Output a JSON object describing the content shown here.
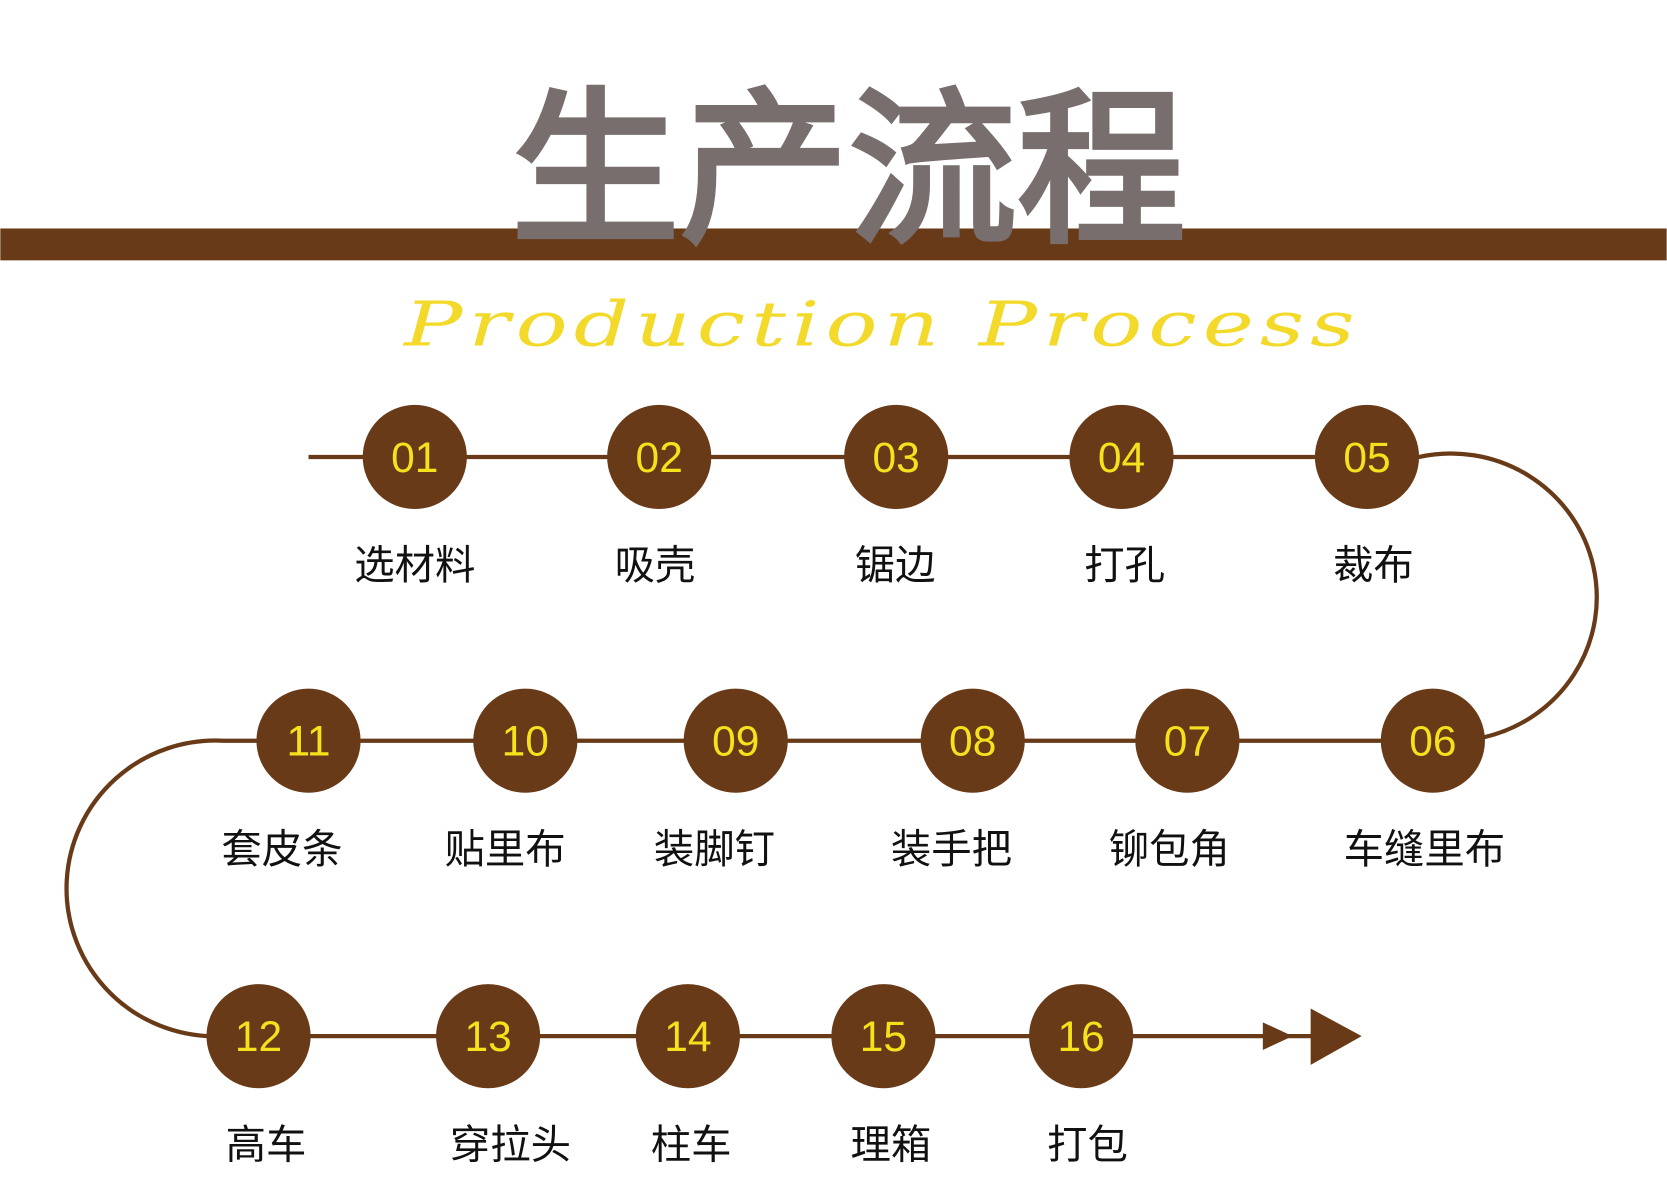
{
  "title": "生产流程",
  "subtitle": "Production Process",
  "colors": {
    "brown": "#683a18",
    "gray": "#786e6e",
    "yellow": "#f5e11c"
  },
  "steps": [
    {
      "num": "01",
      "label": "选材料"
    },
    {
      "num": "02",
      "label": "吸壳"
    },
    {
      "num": "03",
      "label": "锯边"
    },
    {
      "num": "04",
      "label": "打孔"
    },
    {
      "num": "05",
      "label": "裁布"
    },
    {
      "num": "06",
      "label": "车缝里布"
    },
    {
      "num": "07",
      "label": "铆包角"
    },
    {
      "num": "08",
      "label": "装手把"
    },
    {
      "num": "09",
      "label": "装脚钉"
    },
    {
      "num": "10",
      "label": "贴里布"
    },
    {
      "num": "11",
      "label": "套皮条"
    },
    {
      "num": "12",
      "label": "高车"
    },
    {
      "num": "13",
      "label": "穿拉头"
    },
    {
      "num": "14",
      "label": "柱车"
    },
    {
      "num": "15",
      "label": "理箱"
    },
    {
      "num": "16",
      "label": "打包"
    }
  ]
}
